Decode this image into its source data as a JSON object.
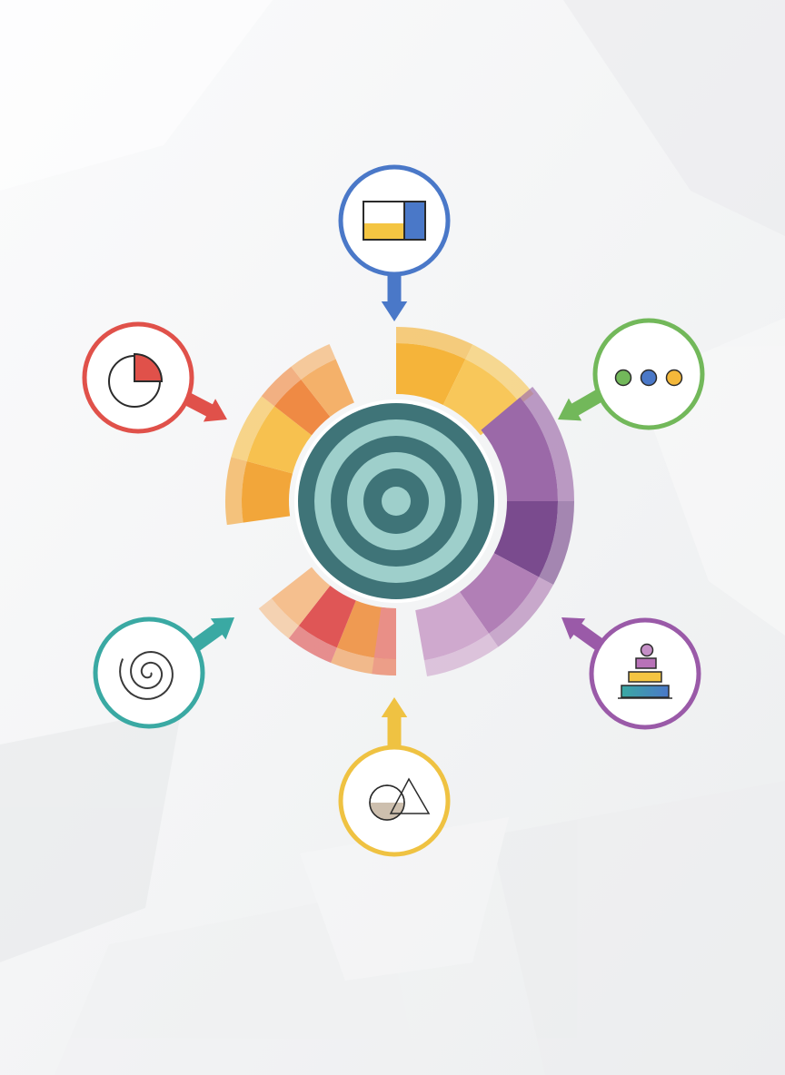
{
  "diagram": {
    "center": {
      "icon": "target-rings-icon",
      "colors": {
        "dark": "#3f7478",
        "light": "#9ecfcb"
      }
    },
    "segments": [
      {
        "id": "top-left",
        "colors": [
          "#f2a63a",
          "#f7c14f",
          "#ef8a44",
          "#f4b16a"
        ]
      },
      {
        "id": "top",
        "colors": [
          "#f5b43a",
          "#f8c75a"
        ]
      },
      {
        "id": "right",
        "colors": [
          "#9b69a8",
          "#7a4b8e",
          "#b17fb6",
          "#cfa9ce"
        ]
      },
      {
        "id": "bottom-left",
        "colors": [
          "#ef9a52",
          "#df5656",
          "#f5bf8e",
          "#e98f87"
        ]
      }
    ],
    "nodes": [
      {
        "id": "top",
        "icon": "panel-layout-icon",
        "color": "#4a78c8"
      },
      {
        "id": "upper-left",
        "icon": "pie-chart-icon",
        "color": "#e0514a"
      },
      {
        "id": "upper-right",
        "icon": "three-dots-icon",
        "color": "#72b85a"
      },
      {
        "id": "lower-left",
        "icon": "spiral-icon",
        "color": "#3aa9a3"
      },
      {
        "id": "lower-right",
        "icon": "stacked-blocks-icon",
        "color": "#9a5aa8"
      },
      {
        "id": "bottom",
        "icon": "shapes-overlap-icon",
        "color": "#efc242"
      }
    ]
  }
}
